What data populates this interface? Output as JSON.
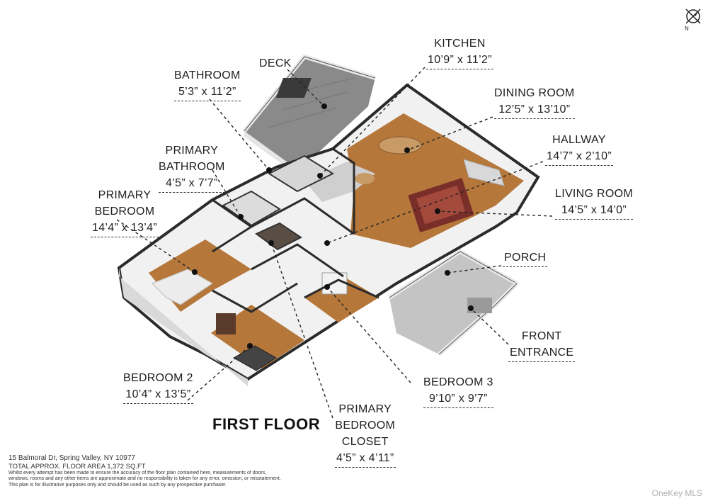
{
  "rooms": [
    {
      "key": "deck",
      "name": "DECK",
      "dim": ""
    },
    {
      "key": "kitchen",
      "name": "KITCHEN",
      "dim": "10’9” x 11’2”"
    },
    {
      "key": "bathroom",
      "name": "BATHROOM",
      "dim": "5’3” x 11’2”"
    },
    {
      "key": "dining",
      "name": "DINING ROOM",
      "dim": "12’5” x 13’10”"
    },
    {
      "key": "primary-bath",
      "name": "PRIMARY\nBATHROOM",
      "dim": "4’5” x 7’7”"
    },
    {
      "key": "hallway",
      "name": "HALLWAY",
      "dim": "14’7” x 2’10”"
    },
    {
      "key": "primary-bed",
      "name": "PRIMARY\nBEDROOM",
      "dim": "14’4” x 13’4”"
    },
    {
      "key": "living",
      "name": "LIVING ROOM",
      "dim": "14’5” x 14’0”"
    },
    {
      "key": "porch",
      "name": "PORCH",
      "dim": ""
    },
    {
      "key": "front",
      "name": "FRONT\nENTRANCE",
      "dim": ""
    },
    {
      "key": "bed2",
      "name": "BEDROOM 2",
      "dim": "10’4” x 13’5”"
    },
    {
      "key": "bed3",
      "name": "BEDROOM 3",
      "dim": "9’10” x 9’7”"
    },
    {
      "key": "closet",
      "name": "PRIMARY\nBEDROOM\nCLOSET",
      "dim": "4’5” x 4’11”"
    }
  ],
  "floor_title": "FIRST FLOOR",
  "footer": {
    "address": "15 Balmoral Dr, Spring Valley, NY 10977",
    "area": "TOTAL APPROX. FLOOR AREA 1,372 SQ.FT",
    "disclaimer1": "Whilst every attempt has been made to ensure the accuracy of the floor plan contained here, measurements of doors,",
    "disclaimer2": "windows, rooms and any other items are approximate and no responsibility is taken for any error, omission, or misstatement.",
    "disclaimer3": "This plan is for illustrative purposes only and should be used as such by any prospective purchaser."
  },
  "compass_label": "N",
  "watermark": "OneKey MLS",
  "colors": {
    "wood": "#b5773a",
    "wood_dark": "#9a602b",
    "tile": "#c9c9c9",
    "wall": "#f4f4f4",
    "wall_top": "#2b2b2b",
    "deck": "#8b8b8b"
  }
}
